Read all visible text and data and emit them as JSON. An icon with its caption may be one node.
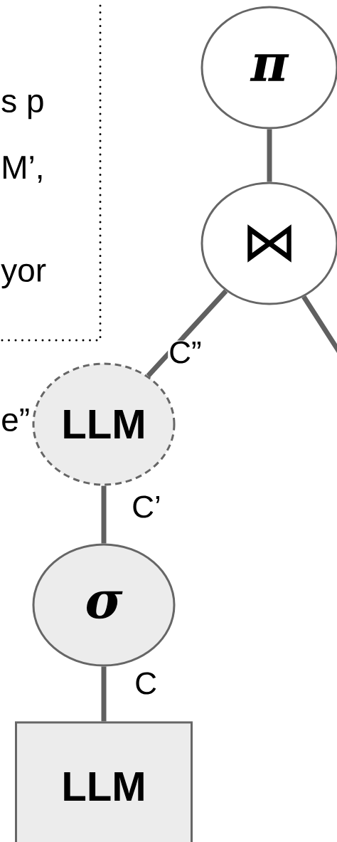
{
  "diagram": {
    "nodes": [
      {
        "text": [
          "π"
        ]
      },
      {
        "text": [
          "⋈"
        ]
      },
      {
        "text": [
          "LLM"
        ]
      },
      {
        "text": [
          "σ"
        ]
      },
      {
        "text": [
          "LLM"
        ]
      }
    ],
    "edges": [
      {
        "from": 0,
        "to": 1,
        "arrow": "none"
      },
      {
        "from": 1,
        "to": 2,
        "arrow": "none",
        "label": "C”"
      },
      {
        "from": 2,
        "to": 3,
        "arrow": "none",
        "label": "C’"
      },
      {
        "from": 3,
        "to": 4,
        "arrow": "none",
        "label": "C"
      },
      {
        "from": 1,
        "to": null,
        "arrow": "none"
      }
    ],
    "labels": [
      "s p",
      "M’,",
      "yor",
      "e”"
    ]
  }
}
